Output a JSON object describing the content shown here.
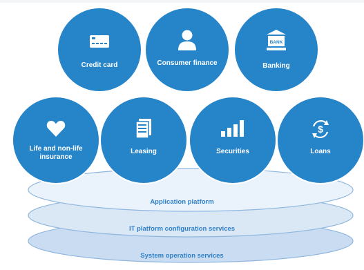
{
  "services": {
    "credit_card": "Credit card",
    "consumer_finance": "Consumer finance",
    "banking": "Banking",
    "bank_icon_text": "BANK",
    "life_insurance": "Life and non-life insurance",
    "leasing": "Leasing",
    "securities": "Securities",
    "loans": "Loans"
  },
  "layers": {
    "application": "Application platform",
    "it_config": "IT platform configuration services",
    "system_ops": "System operation services"
  },
  "colors": {
    "circle": "#2684c9",
    "layer_fill_light": "#eaf2fb",
    "layer_fill_dark": "#c9dcf1",
    "layer_stroke": "#8fb6de",
    "layer_text": "#2f7fc6"
  }
}
